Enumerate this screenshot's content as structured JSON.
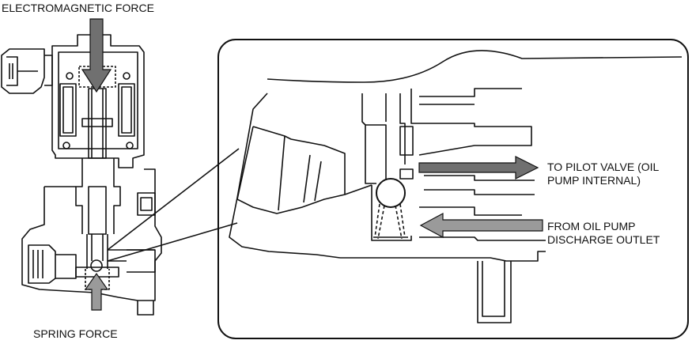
{
  "labels": {
    "electromagnetic_force": "ELECTROMAGNETIC FORCE",
    "spring_force": "SPRING FORCE",
    "to_pilot_valve": [
      "TO PILOT VALVE (OIL",
      "PUMP INTERNAL)"
    ],
    "from_oil_pump": [
      "FROM OIL PUMP",
      "DISCHARGE OUTLET"
    ]
  },
  "colors": {
    "line": "#111111",
    "arrow_dark": "#707070",
    "arrow_light": "#9a9a9a",
    "background": "#ffffff"
  },
  "icons": {
    "electromagnetic_arrow": "arrow-down-icon",
    "spring_arrow": "arrow-up-icon",
    "outflow_arrow": "arrow-right-icon",
    "inflow_arrow": "arrow-left-icon",
    "check_ball": "ball-icon"
  }
}
